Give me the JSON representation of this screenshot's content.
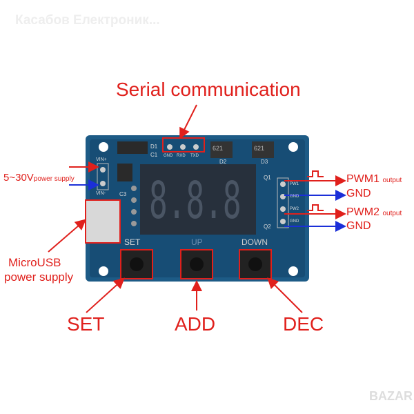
{
  "watermark_top": "Касабов Електроник...",
  "watermark_bottom": "BAZAR",
  "labels": {
    "serial": "Serial communication",
    "vin_main": "5~30V",
    "vin_sub": "power supply",
    "usb_line1": "MicroUSB",
    "usb_line2": "power supply",
    "set": "SET",
    "add": "ADD",
    "dec": "DEC",
    "pwm1": "PWM1",
    "pwm2": "PWM2",
    "output": "output",
    "gnd": "GND"
  },
  "board": {
    "silk_d1": "D1",
    "silk_c1": "C1",
    "silk_gnd": "GND",
    "silk_rxd": "RXD",
    "silk_txd": "TXD",
    "chip_d2": "621",
    "chip_d3": "621",
    "silk_d2": "D2",
    "silk_d3": "D3",
    "silk_vinp": "VIN+",
    "silk_vinm": "VIN-",
    "silk_c3": "C3",
    "silk_q1": "Q1",
    "silk_q2": "Q2",
    "silk_pw1": "PW1",
    "silk_gnd1": "GND",
    "silk_pw2": "PW2",
    "silk_gnd2": "GND",
    "btn_set": "SET",
    "btn_up": "UP",
    "btn_down": "DOWN",
    "display": "8.8.8"
  },
  "colors": {
    "red": "#e0201c",
    "blue": "#1b2fd8",
    "board": "#1d5b86"
  }
}
